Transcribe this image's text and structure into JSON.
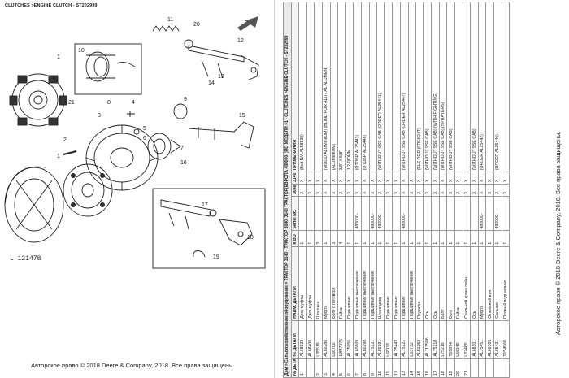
{
  "page_header": "CLUTCHES >ENGINE CLUTCH - ST202999",
  "figure_id": "L 121478",
  "copyright": "Авторское право © 2018 Deere & Company, 2018. Все права защищены.",
  "callouts": [
    "1",
    "2",
    "3",
    "4",
    "5",
    "6",
    "7",
    "8",
    "9",
    "10",
    "11",
    "12",
    "13",
    "14",
    "15",
    "16",
    "17",
    "18",
    "19",
    "20",
    "21"
  ],
  "icons": {
    "arrow": "pointer-arrow-icon"
  },
  "table": {
    "breadcrumb": "Дом > Сельскохозяйственное оборудование > ТРАКТОР 3140 - ТРАКТОР 3040, 3140 ТРАКТОР(ЕВРОПА 480000- )ПО МОДЕЛИ >1 - CLUTCHES >ENGINE CLUTCH - ST202999",
    "headers": [
      "№ ДЕТАЛИ",
      "№ ДЕТАЛИ",
      "НАИМ. ДЕТАЛИ",
      "К ВО",
      "Serial No.",
      "3040",
      "3140",
      "ПРИМЕЧАНИЯ"
    ],
    "rows": [
      [
        "1",
        "AL68033",
        "Диск муфты",
        "1",
        "",
        "X",
        "X",
        "(Belt N/A AL58530)"
      ],
      [
        "",
        "AL68400",
        "Диск муфты",
        "1",
        "",
        "X",
        "X",
        ""
      ],
      [
        "2",
        "L35519",
        "Шпилька",
        "3",
        "",
        "X",
        "X",
        ""
      ],
      [
        "3",
        "AL60280",
        "Муфта",
        "1",
        "",
        "X",
        "X",
        "(WOOD ALUMINIUM) (BLIND FOR ALU? AL ALUMEN)"
      ],
      [
        "4",
        "L68700",
        "Болт с головкой",
        "3",
        "",
        "X",
        "X",
        "(ALUMINIUM)"
      ],
      [
        "5",
        "19M7376",
        "Гайка",
        "4",
        "",
        "X",
        "X",
        "3/8\" X 5/8\""
      ],
      [
        "6",
        "AL75056",
        "Подшипник",
        "1",
        "",
        "X",
        "X",
        "1/2 ДЮЙМ"
      ],
      [
        "7",
        "AL60669",
        "Подшипник выключения",
        "1",
        "480000-",
        "X",
        "X",
        "(ОТОБР AL25443)"
      ],
      [
        "8",
        "AL80298",
        "Подшипник выключения",
        "1",
        "",
        "X",
        "X",
        "(ОТОБР AL25446)"
      ],
      [
        "9",
        "AL75221",
        "Подшипник выключения",
        "1",
        "480000-",
        "X",
        "X",
        ""
      ],
      [
        "10",
        "AL80391",
        "Штангаджн",
        "1",
        "480000-",
        "X",
        "X",
        "(WITHOUT 9SE CAB (ORDER AL25441)"
      ],
      [
        "11",
        "L68116",
        "Подшипник",
        "1",
        "",
        "X",
        "X",
        ""
      ],
      [
        "12",
        "AL25442",
        "Подшипник",
        "1",
        "",
        "X",
        "X",
        ""
      ],
      [
        "13",
        "AL75221",
        "Подшипник",
        "1",
        "480000-",
        "X",
        "X",
        "(WITHOUT 9SE CAB (ORDER AL25447)"
      ],
      [
        "14",
        "L33732",
        "Подшипник выключения",
        "1",
        "",
        "X",
        "X",
        ""
      ],
      [
        "15",
        "AL81258",
        "Пружина",
        "1",
        "",
        "X",
        "X",
        "(ELS ROD (FREIGHT)"
      ],
      [
        "16",
        "AL113506",
        "Ось",
        "1",
        "",
        "X",
        "X",
        "(WITHOUT 9SE CAB)"
      ],
      [
        "17",
        "AL75218",
        "Ось",
        "1",
        "",
        "X",
        "X",
        "(WITHOUT 9SE CAB) (WITH FIGHTING)"
      ],
      [
        "18",
        "L75219",
        "Болт",
        "1",
        "",
        "X",
        "X",
        "(WITHOUT 9SE CAB) (SPRAYERS)"
      ],
      [
        "19",
        "T15874",
        "Болт",
        "1",
        "",
        "X",
        "X",
        "(WITHOUT 9SE CAB)"
      ],
      [
        "20",
        "L56340",
        "Гайка",
        "1",
        "",
        "X",
        "X",
        ""
      ],
      [
        "21",
        "L32460",
        "Стальной кронштейн",
        "1",
        "",
        "X",
        "X",
        ""
      ],
      [
        "",
        "AL68101",
        "Ось",
        "1",
        "",
        "X",
        "X",
        "(WITHOUT 9SE CAB)"
      ],
      [
        "",
        "AL75451",
        "Муфта",
        "1",
        "480000-",
        "X",
        "X",
        "(ORDER AL25442)"
      ],
      [
        "",
        "AL66305",
        "Отжимной винт",
        "1",
        "",
        "X",
        "X",
        ""
      ],
      [
        "",
        "AL65431",
        "Сальник",
        "1",
        "480000-",
        "X",
        "X",
        "(ORDER AL25446)"
      ],
      [
        "",
        "T154960",
        "Полный подшипник",
        "1",
        "",
        "X",
        "X",
        ""
      ]
    ]
  }
}
